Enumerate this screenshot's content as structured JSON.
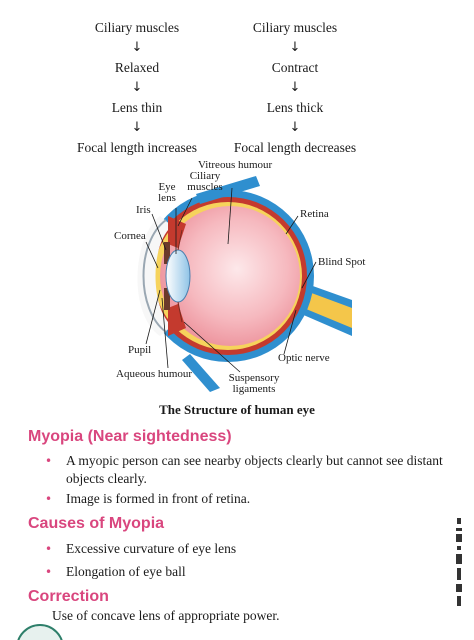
{
  "flow": {
    "arrow": "↓",
    "left": [
      "Ciliary muscles",
      "Relaxed",
      "Lens thin",
      "Focal length increases"
    ],
    "right": [
      "Ciliary muscles",
      "Contract",
      "Lens thick",
      "Focal length decreases"
    ]
  },
  "eye_labels": {
    "vitreous_humour": "Vitreous humour",
    "ciliary_muscles_1": "Ciliary",
    "ciliary_muscles_2": "muscles",
    "eye_lens_1": "Eye",
    "eye_lens_2": "lens",
    "iris": "Iris",
    "cornea": "Cornea",
    "retina": "Retina",
    "blind_spot": "Blind Spot",
    "pupil": "Pupil",
    "optic_nerve": "Optic nerve",
    "aqueous_humour": "Aqueous humour",
    "suspensory_1": "Suspensory",
    "suspensory_2": "ligaments"
  },
  "figure_caption": "The Structure of human eye",
  "myopia": {
    "title": "Myopia (Near sightedness)",
    "bullets": [
      "A myopic person can see nearby objects clearly but cannot see distant objects clearly.",
      "Image is formed in front of retina."
    ]
  },
  "causes": {
    "title": "Causes of Myopia",
    "bullets": [
      "Excessive curvature of eye lens",
      "Elongation of eye ball"
    ]
  },
  "correction": {
    "title": "Correction",
    "text": "Use of concave lens of appropriate power."
  },
  "bullet_symbol": "•",
  "colors": {
    "heading": "#d9467e",
    "sclera_blue": "#2f8fcf",
    "choroid": "#c43a2e",
    "optic_nerve": "#f4c64a",
    "vitreous": "#f3a6ae"
  }
}
